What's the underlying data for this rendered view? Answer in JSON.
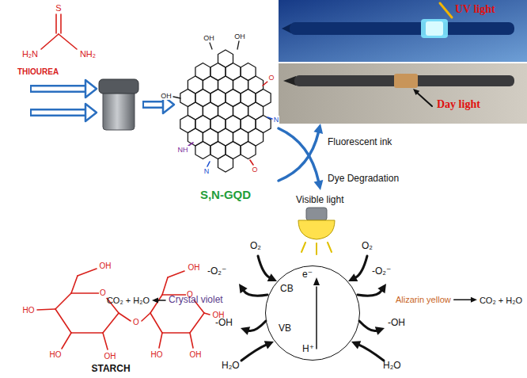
{
  "diagram": {
    "nodes": [
      {
        "text": [
          "UV light"
        ]
      },
      {
        "text": [
          "Day light"
        ]
      },
      {
        "text": [
          "e⁻",
          "CB",
          "VB",
          "H⁺"
        ]
      }
    ],
    "labels": [
      "S",
      "H₂N",
      "NH₂",
      "THIOUREA",
      "OH",
      "O",
      "HO",
      "HO",
      "OH",
      "O",
      "OH",
      "O",
      "OH",
      "OH",
      "HO",
      "STARCH",
      "OH",
      "OH",
      "OH",
      "O",
      "N",
      "NH",
      "N",
      "O",
      "S,N-GQD",
      "Fluorescent ink",
      "Dye Degradation",
      "Visible light",
      "O₂",
      "O₂",
      "-O₂⁻",
      "-O₂⁻",
      "Crystal violet",
      "Alizarin yellow",
      "-OH",
      "-OH",
      "H₂O",
      "H₂O",
      "CO₂ + H₂O",
      "CO₂ + H₂O"
    ]
  }
}
